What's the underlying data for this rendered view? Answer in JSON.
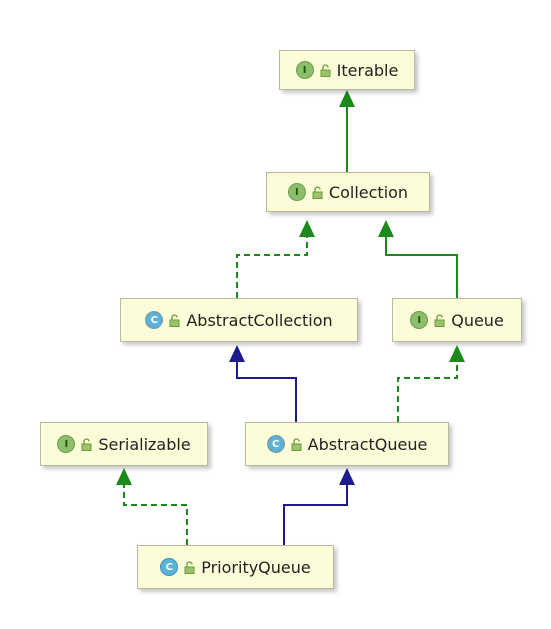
{
  "nodes": {
    "iterable": {
      "name": "Iterable",
      "kind": "I"
    },
    "collection": {
      "name": "Collection",
      "kind": "I"
    },
    "abstract_collection": {
      "name": "AbstractCollection",
      "kind": "C"
    },
    "queue": {
      "name": "Queue",
      "kind": "I"
    },
    "serializable": {
      "name": "Serializable",
      "kind": "I"
    },
    "abstract_queue": {
      "name": "AbstractQueue",
      "kind": "C"
    },
    "priority_queue": {
      "name": "PriorityQueue",
      "kind": "C"
    }
  },
  "edges": [
    {
      "from": "collection",
      "to": "iterable",
      "kind": "interface-extends"
    },
    {
      "from": "abstract_collection",
      "to": "collection",
      "kind": "implements"
    },
    {
      "from": "queue",
      "to": "collection",
      "kind": "interface-extends"
    },
    {
      "from": "abstract_queue",
      "to": "abstract_collection",
      "kind": "extends"
    },
    {
      "from": "abstract_queue",
      "to": "queue",
      "kind": "implements"
    },
    {
      "from": "priority_queue",
      "to": "serializable",
      "kind": "implements"
    },
    {
      "from": "priority_queue",
      "to": "abstract_queue",
      "kind": "extends"
    }
  ],
  "colors": {
    "interface_extends": "#1b8a1b",
    "implements": "#1b8a1b",
    "extends": "#1c1c8c",
    "node_fill": "#fdfcd8"
  }
}
